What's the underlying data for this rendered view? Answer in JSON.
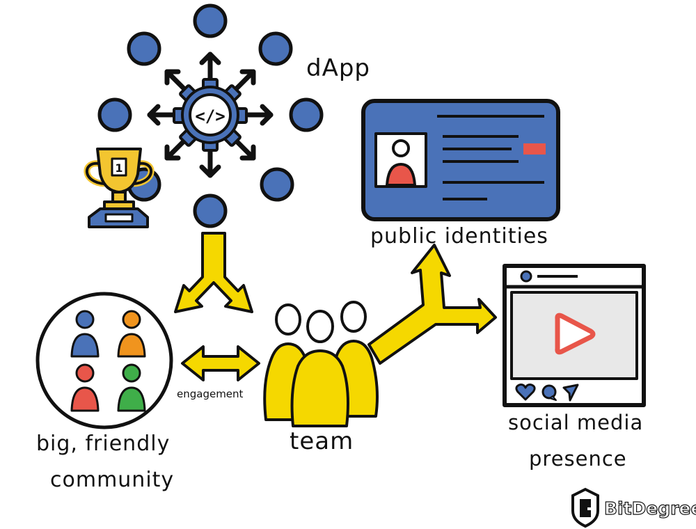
{
  "labels": {
    "dapp": "dApp",
    "public_identities": "public identities",
    "social_line1": "social media",
    "social_line2": "presence",
    "team": "team",
    "community_line1": "big, friendly",
    "community_line2": "community",
    "engagement": "engagement"
  },
  "trophy_number": "1",
  "code_glyph": "</>",
  "brand": {
    "name": "BitDegree"
  },
  "colors": {
    "blue": "#4a72b8",
    "yellow": "#f5d800",
    "red": "#e8564a",
    "orange": "#f0941e",
    "green": "#3fae49",
    "gold": "#f3c530",
    "outline": "#111111"
  },
  "icons": [
    "gear-code-icon",
    "trophy-icon",
    "id-card-icon",
    "browser-window-icon",
    "play-icon",
    "heart-icon",
    "comment-icon",
    "send-icon",
    "people-icon",
    "team-icon",
    "bitdegree-logo-icon"
  ]
}
